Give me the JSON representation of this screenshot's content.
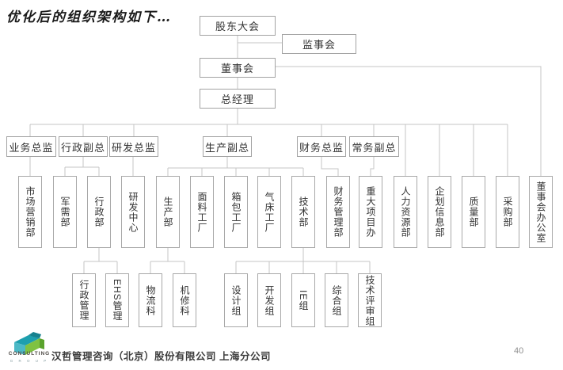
{
  "title": "优化后的组织架构如下…",
  "org": {
    "l1": [
      "股东大会",
      "监事会",
      "董事会",
      "总经理"
    ],
    "l2": [
      "业务总监",
      "行政副总",
      "研发总监",
      "生产副总",
      "财务总监",
      "常务副总"
    ],
    "l3": [
      "市场营销部",
      "军需部",
      "行政部",
      "研发中心",
      "生产部",
      "面料工厂",
      "箱包工厂",
      "气床工厂",
      "技术部",
      "财务管理部",
      "重大项目办",
      "人力资源部",
      "企划信息部",
      "质量部",
      "采购部",
      "董事会办公室"
    ],
    "l4": [
      "行政管理",
      "EHS管理",
      "物流科",
      "机修科",
      "设计组",
      "开发组",
      "IE组",
      "综合组",
      "技术评审组"
    ]
  },
  "footer": {
    "brand": "CONSULTING",
    "brand_sub": "G R O U P",
    "company": "汉哲管理咨询（北京）股份有限公司 上海分公司",
    "page": "40"
  },
  "colors": {
    "line": "#c4c4c4",
    "box_border": "#a3a3a3",
    "logo_teal": "#1d9fae",
    "logo_teal_light": "#4cb9c6",
    "logo_green": "#7fc241",
    "logo_green_dark": "#5aa32c"
  }
}
